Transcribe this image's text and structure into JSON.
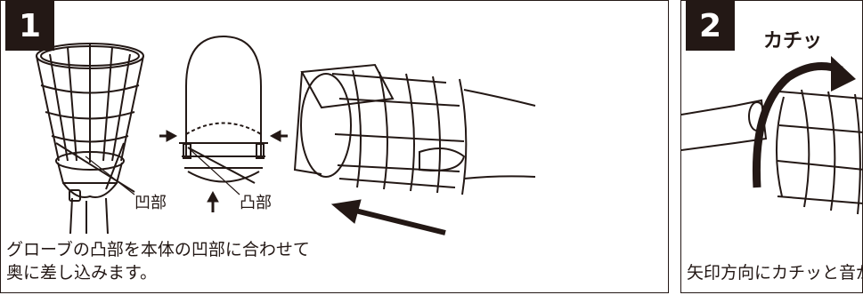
{
  "panels": [
    {
      "step": "1",
      "labels": {
        "recess": "凹部",
        "projection": "凸部"
      },
      "caption_lines": [
        "グローブの凸部を本体の凹部に合わせて",
        "奥に差し込みます。"
      ]
    },
    {
      "step": "2",
      "sound": "カチッ",
      "caption": "矢印方向にカチッと音がするまで回す。"
    }
  ]
}
